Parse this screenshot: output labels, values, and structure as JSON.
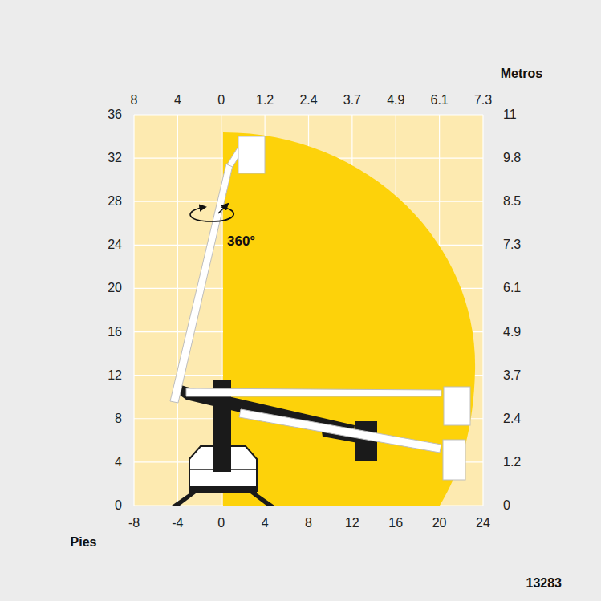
{
  "diagram": {
    "labels": [
      "Metros",
      "8",
      "4",
      "0",
      "1.2",
      "2.4",
      "3.7",
      "4.9",
      "6.1",
      "7.3",
      "11",
      "9.8",
      "8.5",
      "7.3",
      "6.1",
      "4.9",
      "3.7",
      "2.4",
      "1.2",
      "0",
      "36",
      "32",
      "28",
      "24",
      "20",
      "16",
      "12",
      "8",
      "4",
      "0",
      "-8",
      "-4",
      "0",
      "4",
      "8",
      "12",
      "16",
      "20",
      "24",
      "Pies",
      "360°",
      "13283"
    ]
  }
}
